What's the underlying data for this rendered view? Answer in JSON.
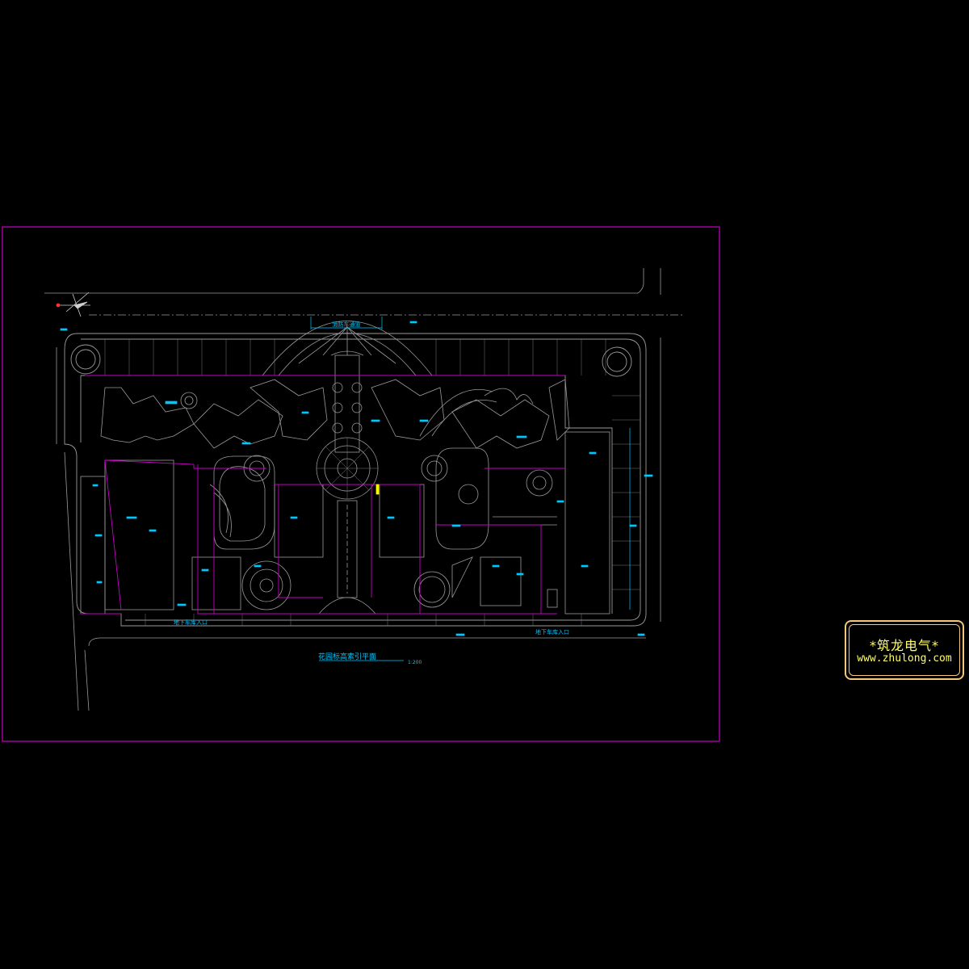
{
  "drawing": {
    "road_label_top": "消防车通道",
    "entrance_left": "地下车库入口",
    "entrance_right": "地下车库入口",
    "plan_title": "花园标高索引平面",
    "plan_scale": "1:200"
  },
  "watermark": {
    "title": "*筑龙电气*",
    "url": "www.zhulong.com"
  },
  "colors": {
    "background": "#000000",
    "frame": "#c800c8",
    "linework": "#9a9a9a",
    "annotation": "#00c8ff",
    "stamp_border": "#f4c77a",
    "stamp_text": "#ffff66"
  }
}
